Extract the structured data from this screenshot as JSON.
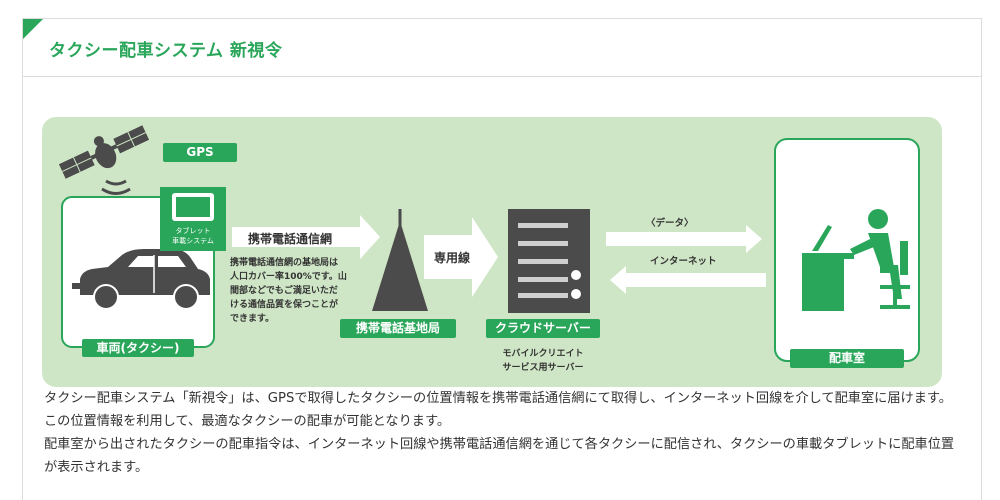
{
  "card": {
    "title": "タクシー配車システム 新視令"
  },
  "diagram": {
    "gps_label": "GPS",
    "tablet_label_line1": "タブレット",
    "tablet_label_line2": "車載システム",
    "vehicle_label": "車両(タクシー)",
    "mobile_network_label": "携帯電話通信網",
    "network_note_lines": [
      "携帯電話通信網の基地局は",
      "人口カバー率100%です。山",
      "間部などでもご満足いただ",
      "ける通信品質を保つことが",
      "できます。"
    ],
    "base_station_label": "携帯電話基地局",
    "dedicated_line_label": "専用線",
    "cloud_server_label": "クラウドサーバー",
    "server_sub_line1": "モバイルクリエイト",
    "server_sub_line2": "サービス用サーバー",
    "data_label": "〈データ〉",
    "internet_label": "インターネット",
    "dispatch_room_label": "配車室",
    "colors": {
      "accent": "#2aa65a",
      "panel_bg": "#cfe6c6",
      "dark_gray": "#4b4b4b"
    }
  },
  "description": {
    "para1": "タクシー配車システム「新視令」は、GPSで取得したタクシーの位置情報を携帯電話通信網にて取得し、インターネット回線を介して配車室に届けます。この位置情報を利用して、最適なタクシーの配車が可能となります。",
    "para2": "配車室から出されたタクシーの配車指令は、インターネット回線や携帯電話通信網を通じて各タクシーに配信され、タクシーの車載タブレットに配車位置が表示されます。"
  }
}
